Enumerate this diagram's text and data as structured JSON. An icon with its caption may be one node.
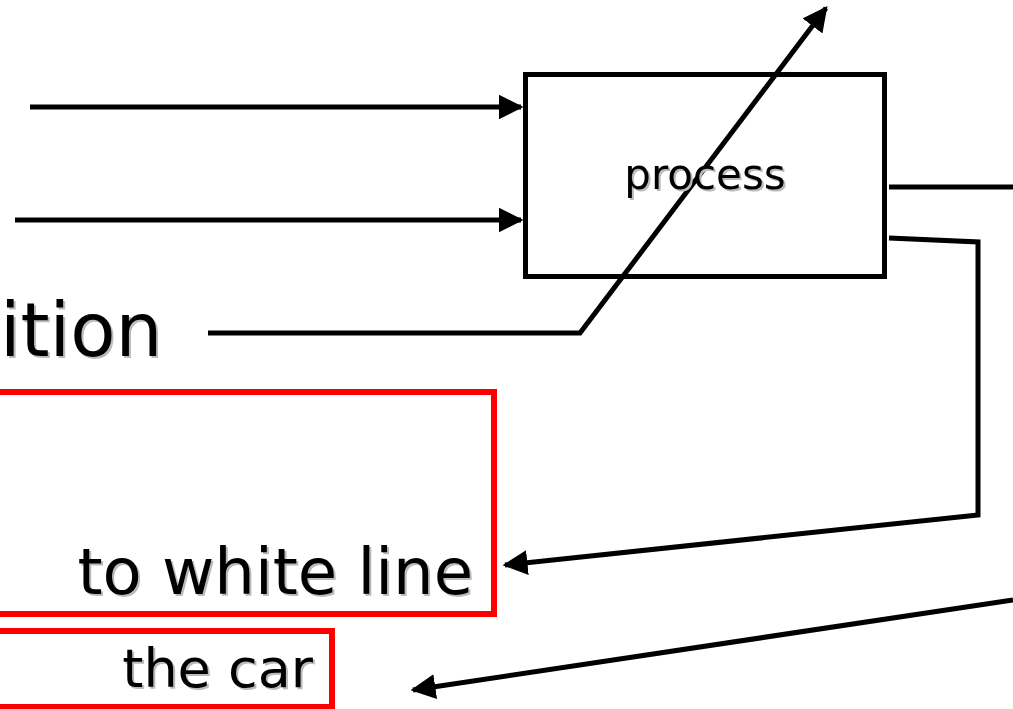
{
  "diagram": {
    "nodes": [
      {
        "text": [
          "process"
        ]
      },
      {
        "text": [
          "ition"
        ]
      },
      {
        "text": [
          "to white line"
        ]
      },
      {
        "text": [
          "the car"
        ]
      }
    ],
    "edges": [
      {
        "from": null,
        "to": 0,
        "arrow": "to"
      },
      {
        "from": null,
        "to": 0,
        "arrow": "to"
      },
      {
        "from": 1,
        "to": null,
        "arrow": "to"
      },
      {
        "from": 0,
        "to": null,
        "arrow": "none"
      },
      {
        "from": 0,
        "to": 2,
        "arrow": "to"
      },
      {
        "from": null,
        "to": 3,
        "arrow": "to"
      }
    ]
  }
}
